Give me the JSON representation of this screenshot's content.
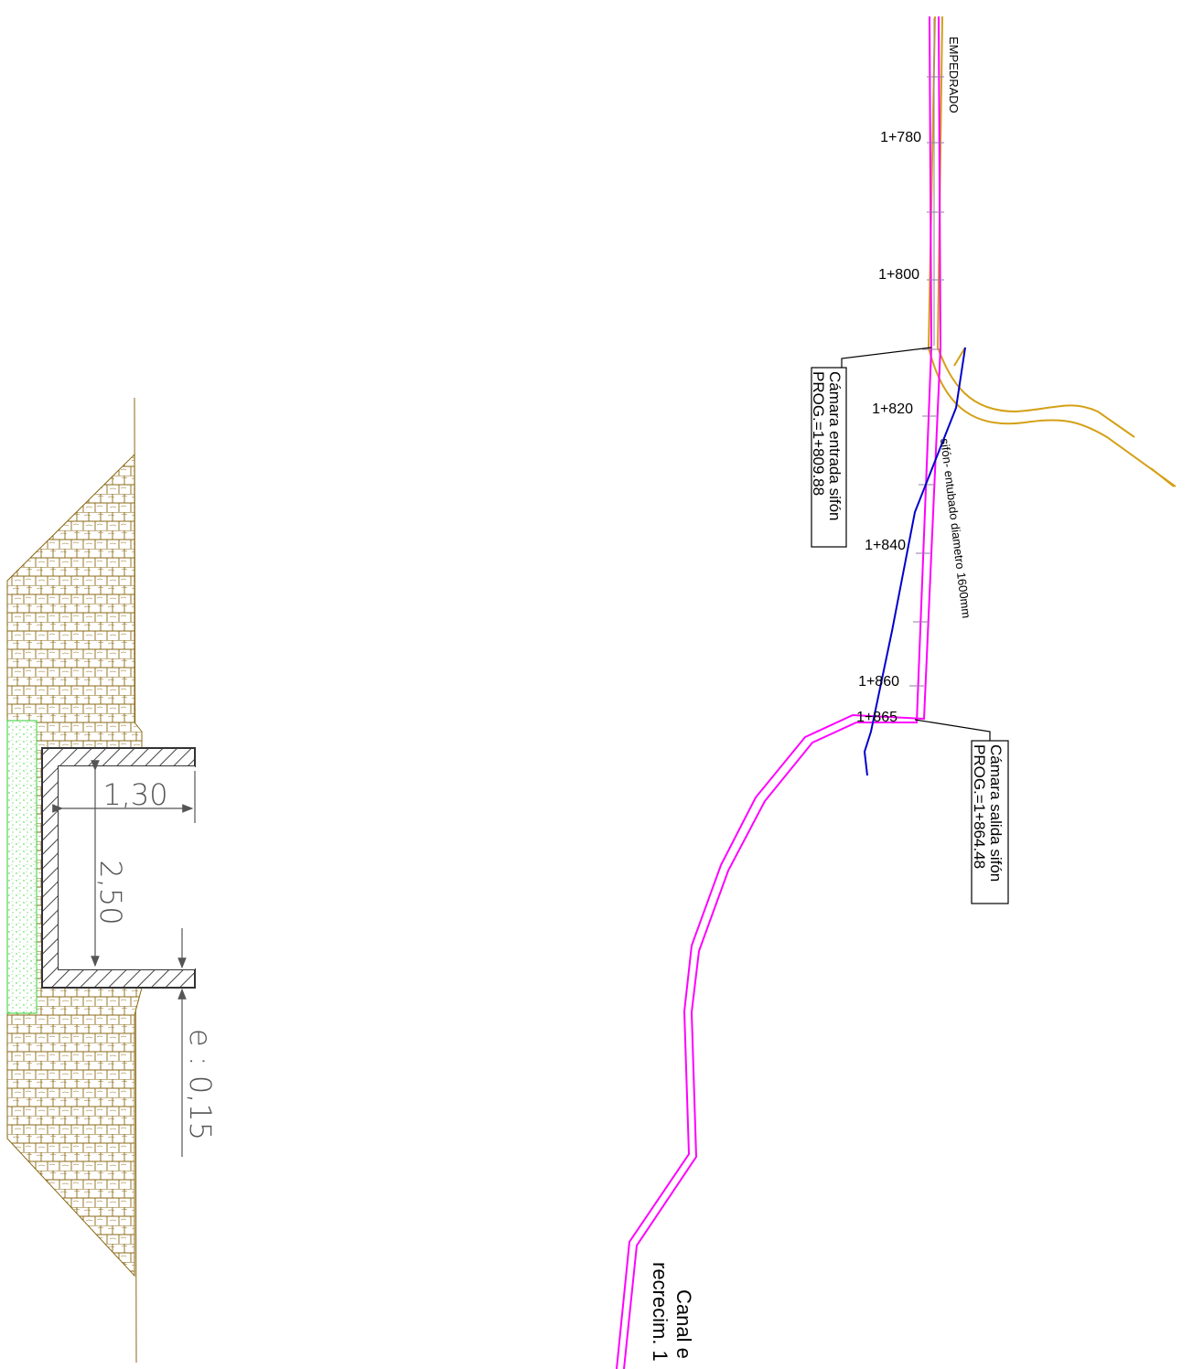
{
  "plan": {
    "road_label": "EMPEDRADO",
    "stations": [
      "1+780",
      "1+800",
      "1+820",
      "1+840",
      "1+860",
      "1+865"
    ],
    "siphon_label": "sifón- entubado diametro 1600mm",
    "entry_chamber": {
      "line1": "Cámara entrada sifón",
      "line2": "PROG.=1+809.88"
    },
    "exit_chamber": {
      "line1": "Cámara salida sifón",
      "line2": "PROG.=1+864.48"
    },
    "canal_label": {
      "line1": "Canal e",
      "line2": "recrecim. 1"
    }
  },
  "section": {
    "width_dim": "1,30",
    "height_dim": "2,50",
    "thickness_dim": "e : 0,15"
  },
  "colors": {
    "canal": "#ff00ff",
    "road": "#d4a017",
    "siphon_pipe": "#0000cc",
    "terrain": "#8b6914",
    "fill_hatch": "#7a5c10",
    "vegetation": "#33cc33",
    "concrete": "#444444"
  }
}
